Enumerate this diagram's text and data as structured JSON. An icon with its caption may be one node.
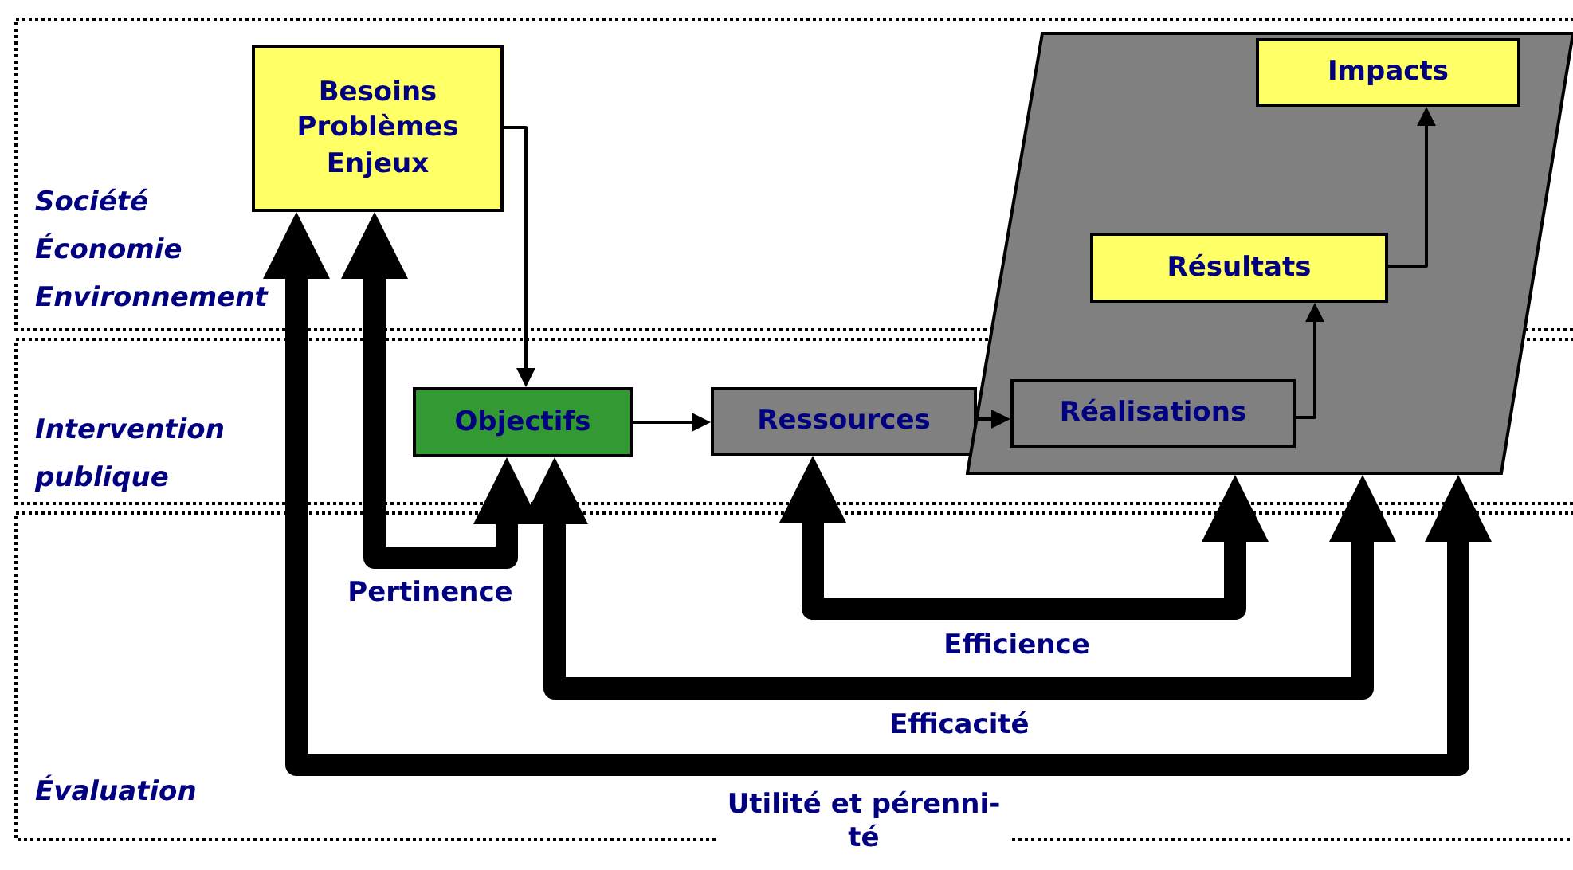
{
  "diagram": {
    "nodes": [
      {
        "text": [
          "Besoins Problèmes Enjeux"
        ]
      },
      {
        "text": [
          "Objectifs"
        ]
      },
      {
        "text": [
          "Ressources"
        ]
      },
      {
        "text": [],
        "shape": "parallelogram"
      },
      {
        "text": [
          "Réalisations"
        ],
        "in": 3
      },
      {
        "text": [
          "Résultats"
        ],
        "in": 3
      },
      {
        "text": [
          "Impacts"
        ],
        "in": 3
      }
    ],
    "edges": [
      {
        "from": 0,
        "to": 1,
        "arrow": "to"
      },
      {
        "from": 1,
        "to": 2,
        "arrow": "to"
      },
      {
        "from": 2,
        "to": 4,
        "arrow": "to"
      },
      {
        "from": 4,
        "to": 5,
        "arrow": "to"
      },
      {
        "from": 5,
        "to": 6,
        "arrow": "to"
      },
      {
        "from": 1,
        "to": 0,
        "arrow": "both",
        "style": "thick",
        "label": "Pertinence"
      },
      {
        "from": 2,
        "to": 3,
        "arrow": "both",
        "style": "thick",
        "label": "Efficience"
      },
      {
        "from": 1,
        "to": 3,
        "arrow": "both",
        "style": "thick",
        "label": "Efficacité"
      },
      {
        "from": 0,
        "to": 3,
        "arrow": "both",
        "style": "thick",
        "label": "Utilité et pérenni- té"
      }
    ],
    "labels": [
      "Société Économie Environnement",
      "Intervention publique",
      "Évaluation"
    ]
  }
}
